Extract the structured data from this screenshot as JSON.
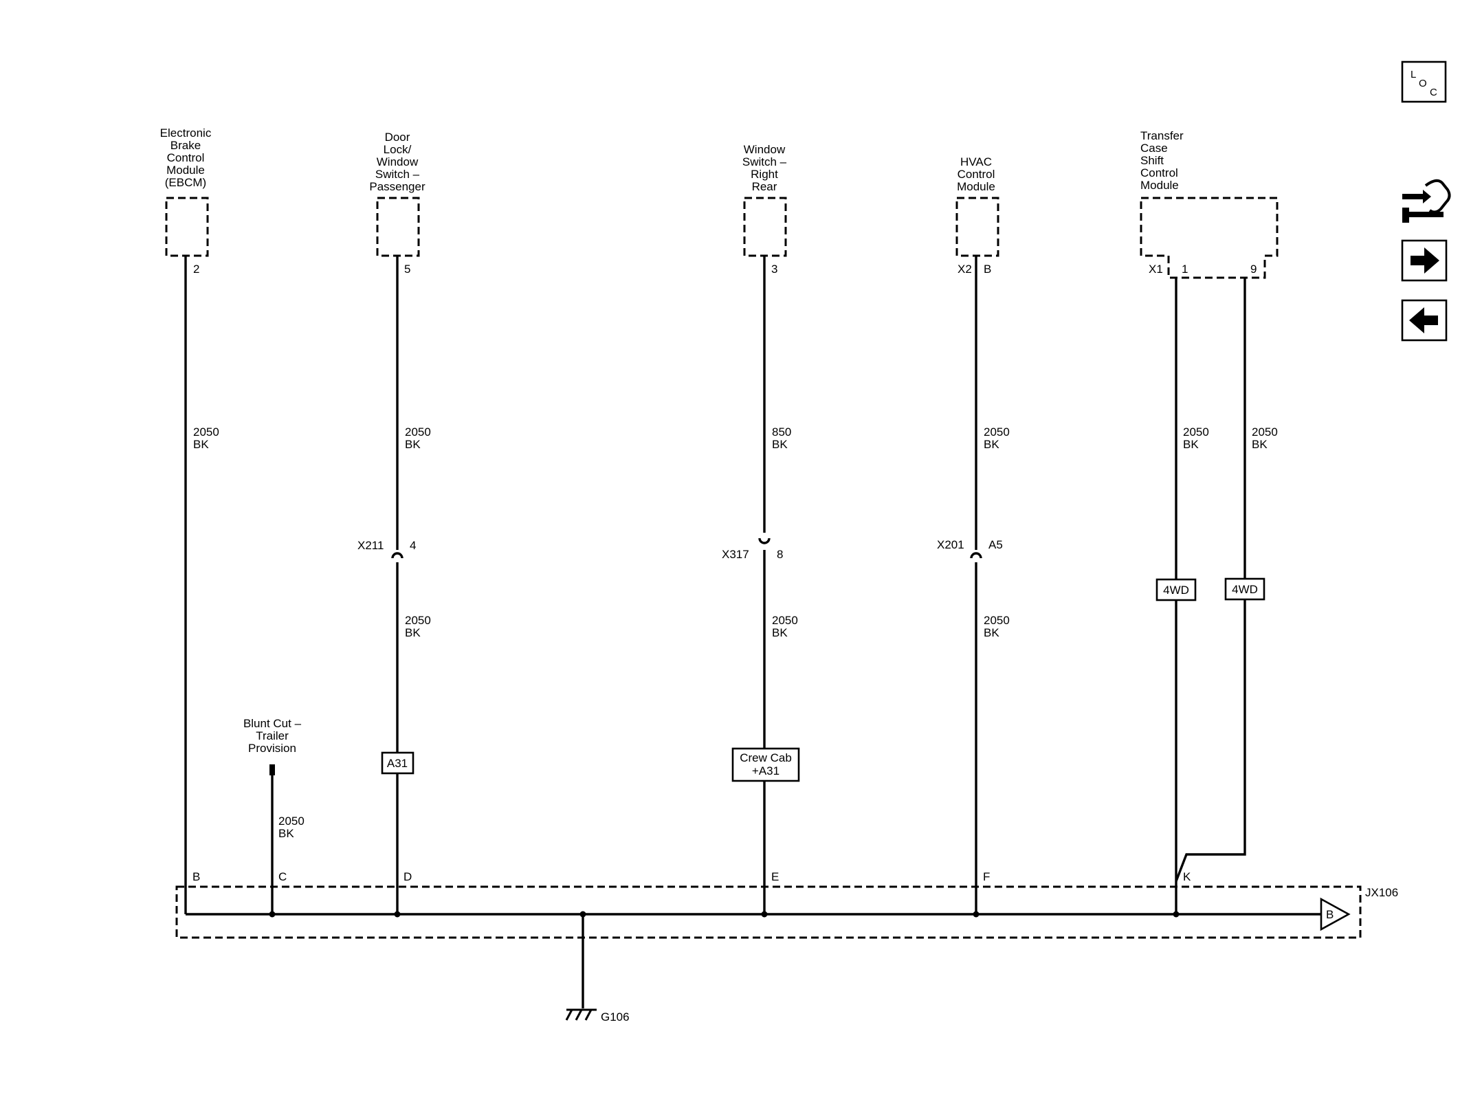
{
  "components": {
    "ebcm": [
      "Electronic",
      "Brake",
      "Control",
      "Module",
      "(EBCM)"
    ],
    "door_lock_switch": [
      "Door",
      "Lock/",
      "Window",
      "Switch –",
      "Passenger"
    ],
    "window_switch_rr": [
      "Window",
      "Switch –",
      "Right",
      "Rear"
    ],
    "hvac": [
      "HVAC",
      "Control",
      "Module"
    ],
    "transfer_case": [
      "Transfer",
      "Case",
      "Shift",
      "Control",
      "Module"
    ],
    "blunt_cut": [
      "Blunt Cut –",
      "Trailer",
      "Provision"
    ]
  },
  "pins": {
    "ebcm": "2",
    "door_lock_switch": "5",
    "window_switch_rr": "3",
    "hvac_connector": "X2",
    "hvac": "B",
    "tccm_connector": "X1",
    "tccm_1": "1",
    "tccm_9": "9"
  },
  "wires": {
    "ebcm": [
      "2050",
      "BK"
    ],
    "door_upper": [
      "2050",
      "BK"
    ],
    "door_lower": [
      "2050",
      "BK"
    ],
    "window_upper": [
      "850",
      "BK"
    ],
    "window_lower": [
      "2050",
      "BK"
    ],
    "hvac_upper": [
      "2050",
      "BK"
    ],
    "hvac_lower": [
      "2050",
      "BK"
    ],
    "tccm_1": [
      "2050",
      "BK"
    ],
    "tccm_9": [
      "2050",
      "BK"
    ],
    "blunt_cut": [
      "2050",
      "BK"
    ]
  },
  "inline_connectors": {
    "x211": {
      "name": "X211",
      "pin": "4"
    },
    "x317": {
      "name": "X317",
      "pin": "8"
    },
    "x201": {
      "name": "X201",
      "pin": "A5"
    }
  },
  "options": {
    "a31": "A31",
    "crew_cab": [
      "Crew Cab",
      "+A31"
    ],
    "fwd_1": "4WD",
    "fwd_2": "4WD"
  },
  "splice": {
    "name": "JX106",
    "pins": {
      "b": "B",
      "c": "C",
      "d": "D",
      "e": "E",
      "f": "F",
      "k": "K"
    },
    "arrow_label": "B"
  },
  "ground": "G106",
  "nav": {
    "loc_icon": "L O C",
    "loc_letters": [
      "L",
      "O",
      "C"
    ],
    "connector_icon": "connector-icon",
    "next_icon": "right-arrow-icon",
    "prev_icon": "left-arrow-icon"
  }
}
